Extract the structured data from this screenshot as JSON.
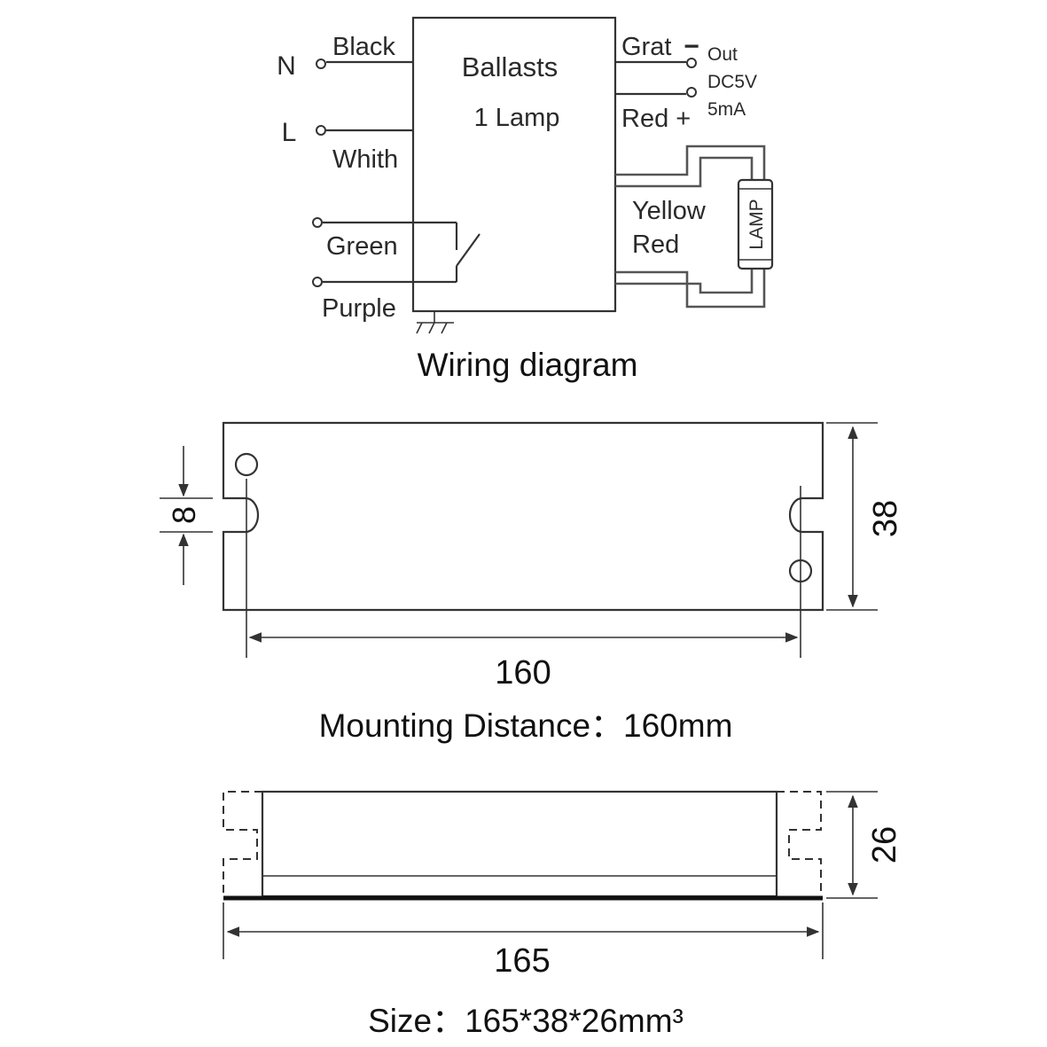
{
  "wiring": {
    "caption": "Wiring diagram",
    "box_title": "Ballasts",
    "box_subtitle": "1 Lamp",
    "left_terminals": {
      "n": "N",
      "l": "L",
      "black": "Black",
      "white": "Whith",
      "green": "Green",
      "purple": "Purple"
    },
    "right_terminals": {
      "grat": "Grat",
      "minus": "−",
      "red_plus": "Red +",
      "out": "Out",
      "dc": "DC5V",
      "ma": "5mA",
      "yellow": "Yellow",
      "red": "Red",
      "lamp": "LAMP"
    }
  },
  "top_view": {
    "hole_dim": "8",
    "height_dim": "38",
    "mount_dim": "160",
    "caption": "Mounting  Distance：160mm"
  },
  "side_view": {
    "height_dim": "26",
    "length_dim": "165",
    "caption": "Size：165*38*26mm³"
  }
}
